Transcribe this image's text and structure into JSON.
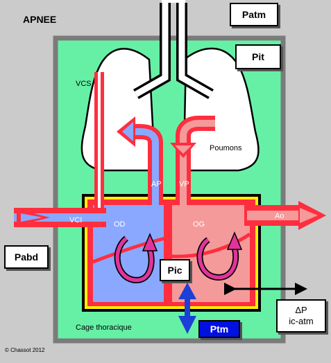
{
  "title": "APNEE",
  "labels": {
    "patm": "Patm",
    "pit": "Pit",
    "pabd": "Pabd",
    "pic": "Pic",
    "ptm": "Ptm",
    "delta_p": "ΔP",
    "delta_p_sub": "ic-atm",
    "vcs": "VCS",
    "vci": "VCI",
    "od": "OD",
    "og": "OG",
    "ap": "AP",
    "vp": "VP",
    "ao": "Ao",
    "poumons": "Poumons",
    "cage": "Cage thoracique",
    "copyright": "© Chassot 2012"
  },
  "colors": {
    "background": "#cbcbcb",
    "thorax": "#66f0a6",
    "venous": "#8aa8ff",
    "arterial": "#f59a9a",
    "vessel_red": "#ff2e3e",
    "pericardium": "#ffee00",
    "swirl": "#e0349c",
    "pressure_arrow": "#1c3fd6",
    "ptm_box": "#0010e0"
  }
}
